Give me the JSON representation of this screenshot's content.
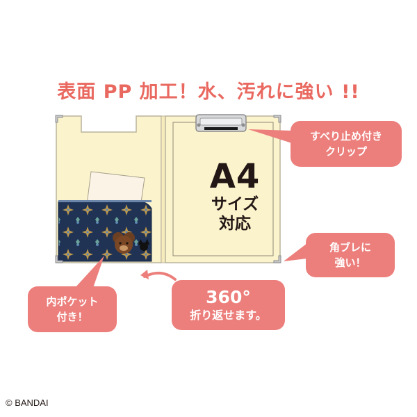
{
  "headline": "表面 PP 加工！水、汚れに強い !!",
  "a4": {
    "big": "A4",
    "line2": "サイズ",
    "line3": "対応"
  },
  "callouts": {
    "clip": {
      "line1": "すべり止め付き",
      "line2": "クリップ"
    },
    "corner": {
      "line1": "角ブレに",
      "line2": "強い！"
    },
    "pocket": {
      "line1": "内ポケット",
      "line2": "付き！"
    },
    "fold": {
      "line1": "360°",
      "line2": "折り返せます。"
    }
  },
  "copyright": "© BANDAI",
  "colors": {
    "headline": "#e9685f",
    "callout": "#ec7f7c",
    "folder": "#fbf3cc",
    "folder_edge": "#b9b39b",
    "corner_metal": "#c9cacc",
    "pocket_navy": "#203355",
    "arrow": "#ec7f7c"
  }
}
